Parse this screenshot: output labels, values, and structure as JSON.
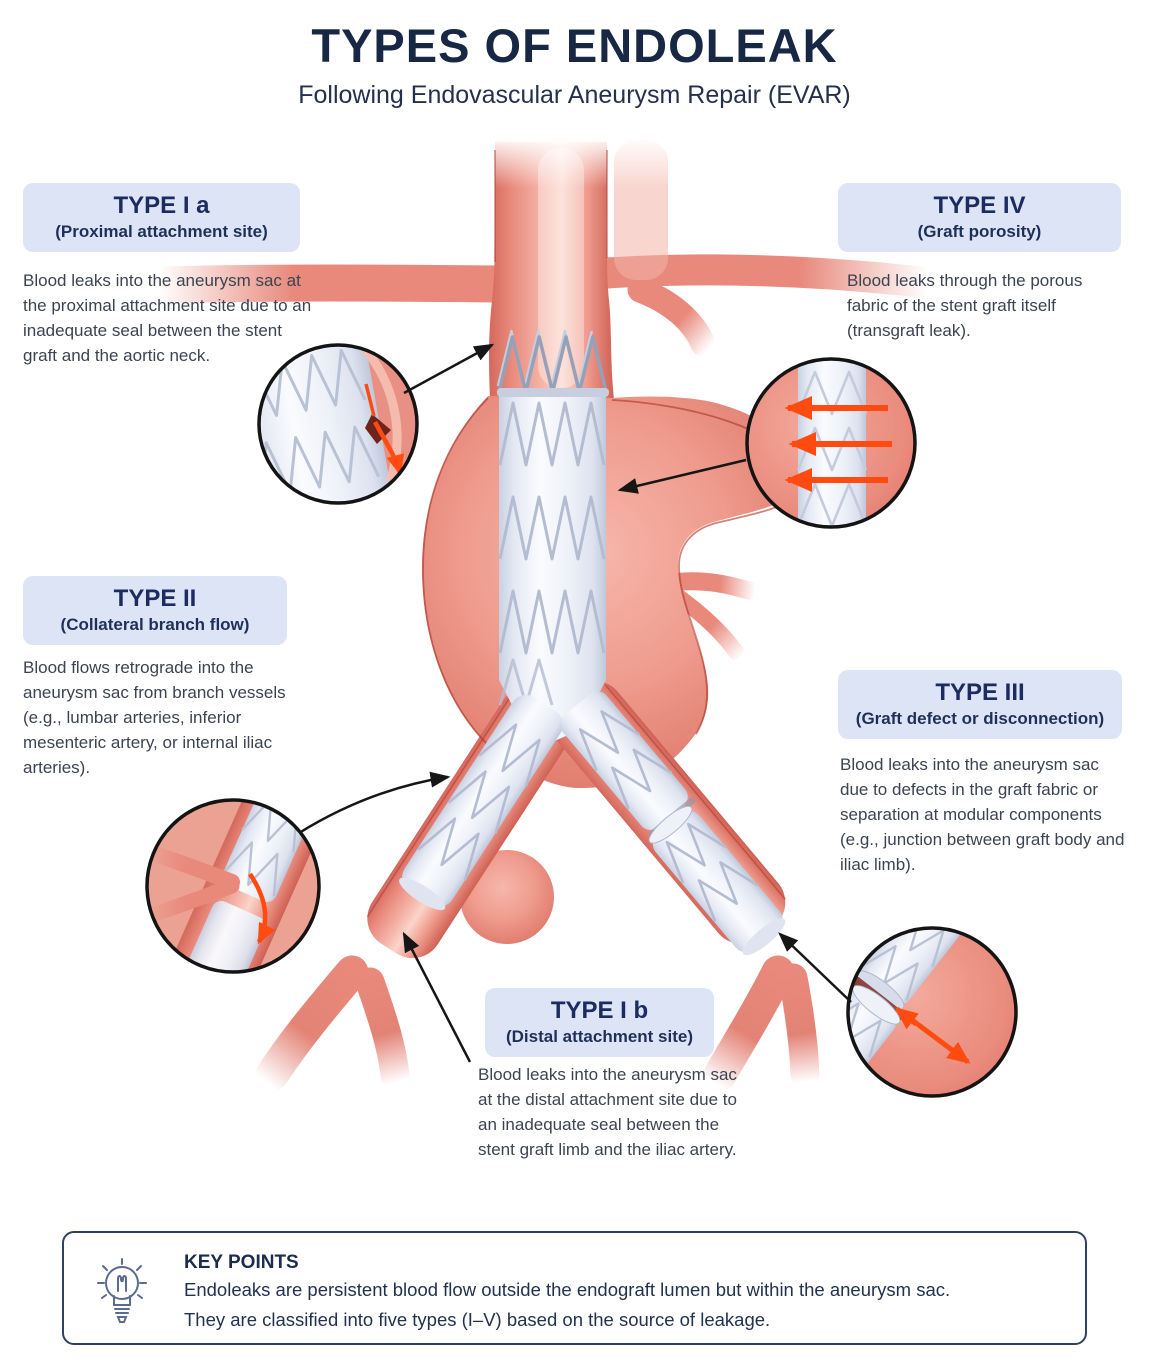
{
  "title": "TYPES OF ENDOLEAK",
  "subtitle": "Following Endovascular Aneurysm Repair (EVAR)",
  "types": [
    {
      "name": "TYPE I a",
      "subname": "(Proximal attachment site)",
      "description": "Blood leaks into the aneurysm sac at the proximal attachment site due to an inadequate seal between the stent graft and the aortic neck."
    },
    {
      "name": "TYPE IV",
      "subname": "(Graft porosity)",
      "description": "Blood leaks through the porous fabric of the stent graft itself (transgraft leak)."
    },
    {
      "name": "TYPE II",
      "subname": "(Collateral branch flow)",
      "description": "Blood flows retrograde into the aneurysm sac from branch vessels (e.g., lumbar arteries, inferior mesenteric artery, or internal iliac arteries)."
    },
    {
      "name": "TYPE III",
      "subname": "(Graft defect or disconnection)",
      "description": "Blood leaks into the aneurysm sac due to defects in the graft fabric or separation at modular components (e.g., junction between graft body and iliac limb)."
    },
    {
      "name": "TYPE I b",
      "subname": "(Distal attachment site)",
      "description": "Blood leaks into the aneurysm sac at the distal attachment site due to an inadequate seal between the stent graft limb and the iliac artery."
    }
  ],
  "key_points": {
    "heading": "KEY POINTS",
    "line1": "Endoleaks are persistent blood flow outside the endograft lumen but within the aneurysm sac.",
    "line2": "They are classified into five types (I–V) based on the source of leakage.",
    "icon": "lightbulb-icon"
  },
  "colors": {
    "title_navy": "#182744",
    "label_box_bg": "#dde4f6",
    "label_text_navy": "#1c2c60",
    "body_text": "#3c4351",
    "vessel_salmon": "#e98a7d",
    "vessel_edge": "#ab3328",
    "graft_white": "#f7f8fc",
    "graft_wire": "#b3bcd1",
    "leak_orange": "#ff4a10",
    "keypoints_border": "#2e4065"
  }
}
